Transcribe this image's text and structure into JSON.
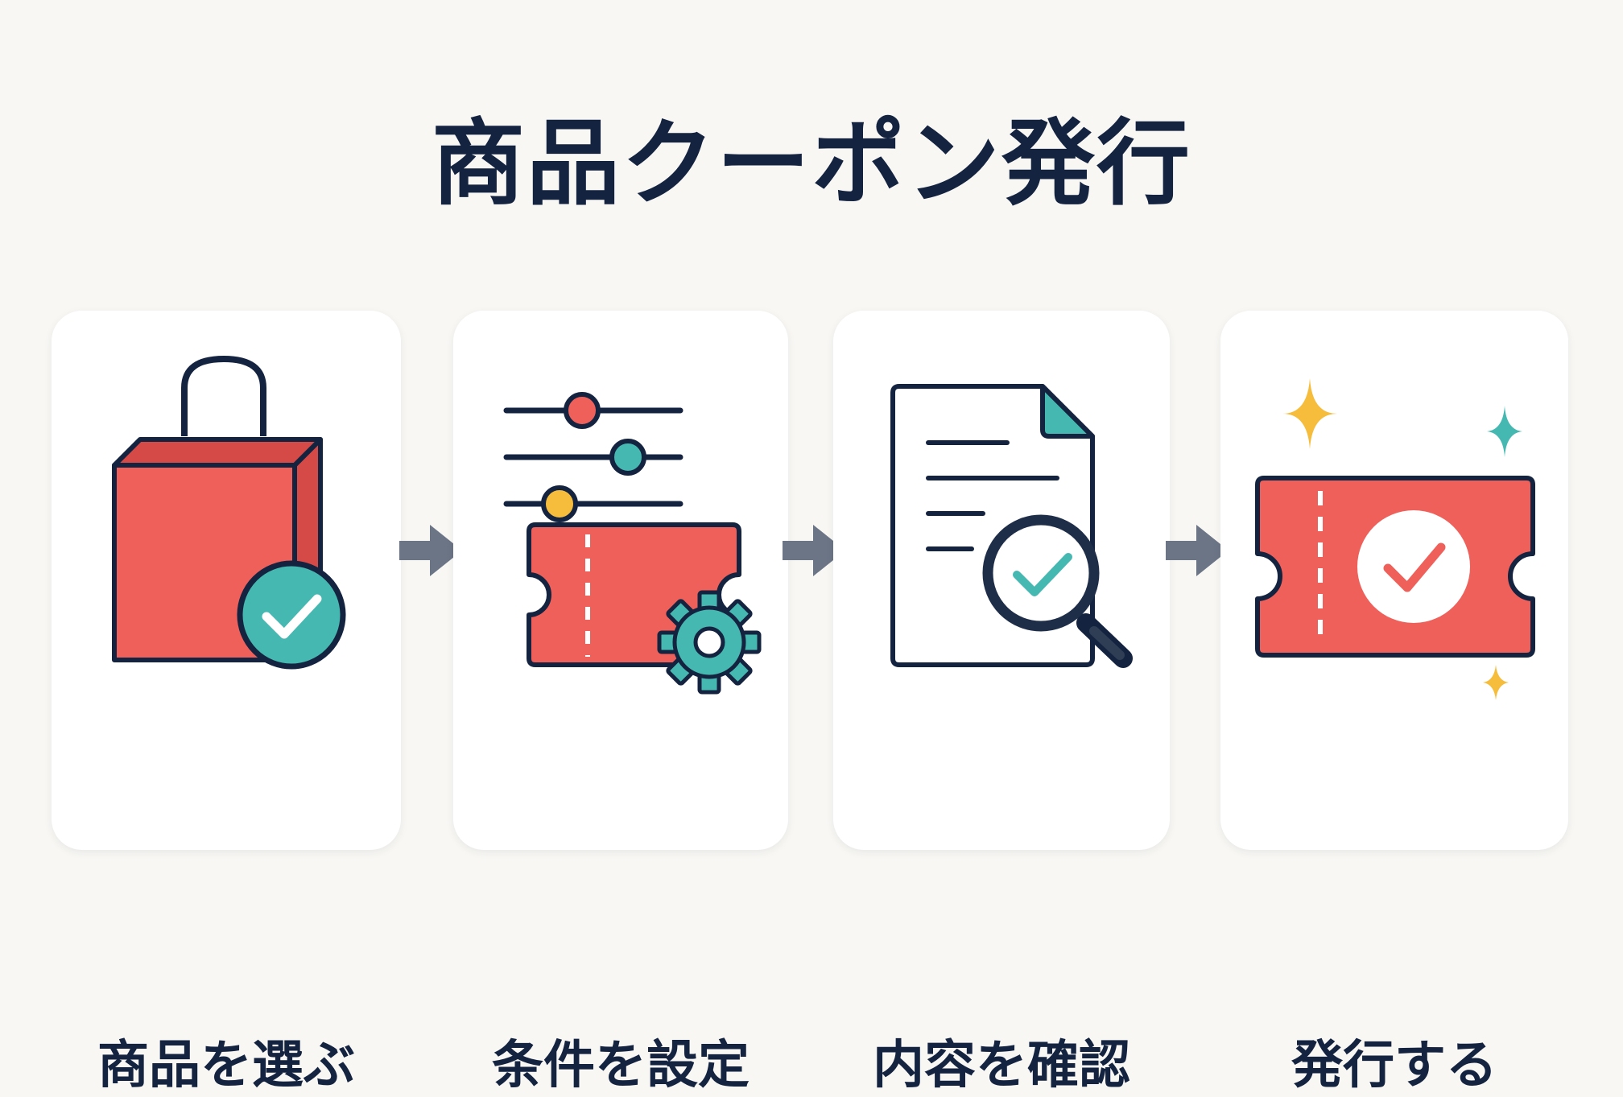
{
  "title": "商品クーポン発行",
  "colors": {
    "coral": "#f0605a",
    "teal": "#46b8b2",
    "yellow": "#f6bc3c",
    "navy": "#14233f",
    "arrow": "#6b7586",
    "background": "#f8f7f4"
  },
  "steps": [
    {
      "label": "商品を選ぶ",
      "icon": "shopping-bag-check-icon"
    },
    {
      "label": "条件を設定",
      "icon": "sliders-coupon-gear-icon"
    },
    {
      "label": "内容を確認",
      "icon": "document-magnifier-check-icon"
    },
    {
      "label": "発行する",
      "icon": "coupon-check-sparkle-icon"
    }
  ]
}
